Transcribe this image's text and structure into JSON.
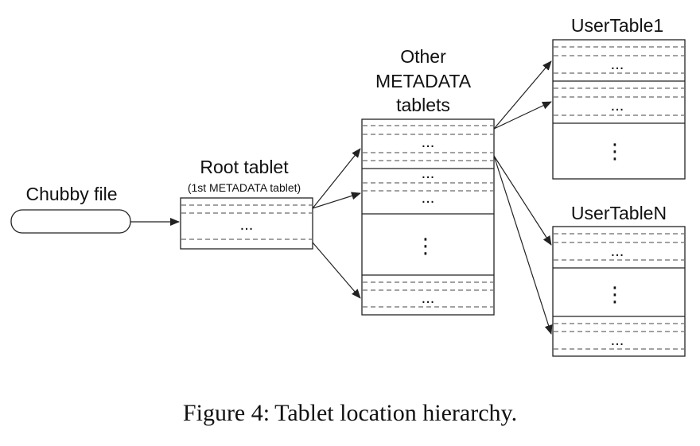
{
  "labels": {
    "chubby_file": "Chubby file",
    "root_title": "Root tablet",
    "root_subtitle": "(1st METADATA tablet)",
    "meta_line1": "Other",
    "meta_line2": "METADATA",
    "meta_line3": "tablets",
    "user_table_1": "UserTable1",
    "user_table_n": "UserTableN"
  },
  "ellipsis": {
    "horizontal": "...",
    "vertical": "⋮"
  },
  "caption": {
    "label": "Figure 4:",
    "text": "Tablet location hierarchy."
  }
}
